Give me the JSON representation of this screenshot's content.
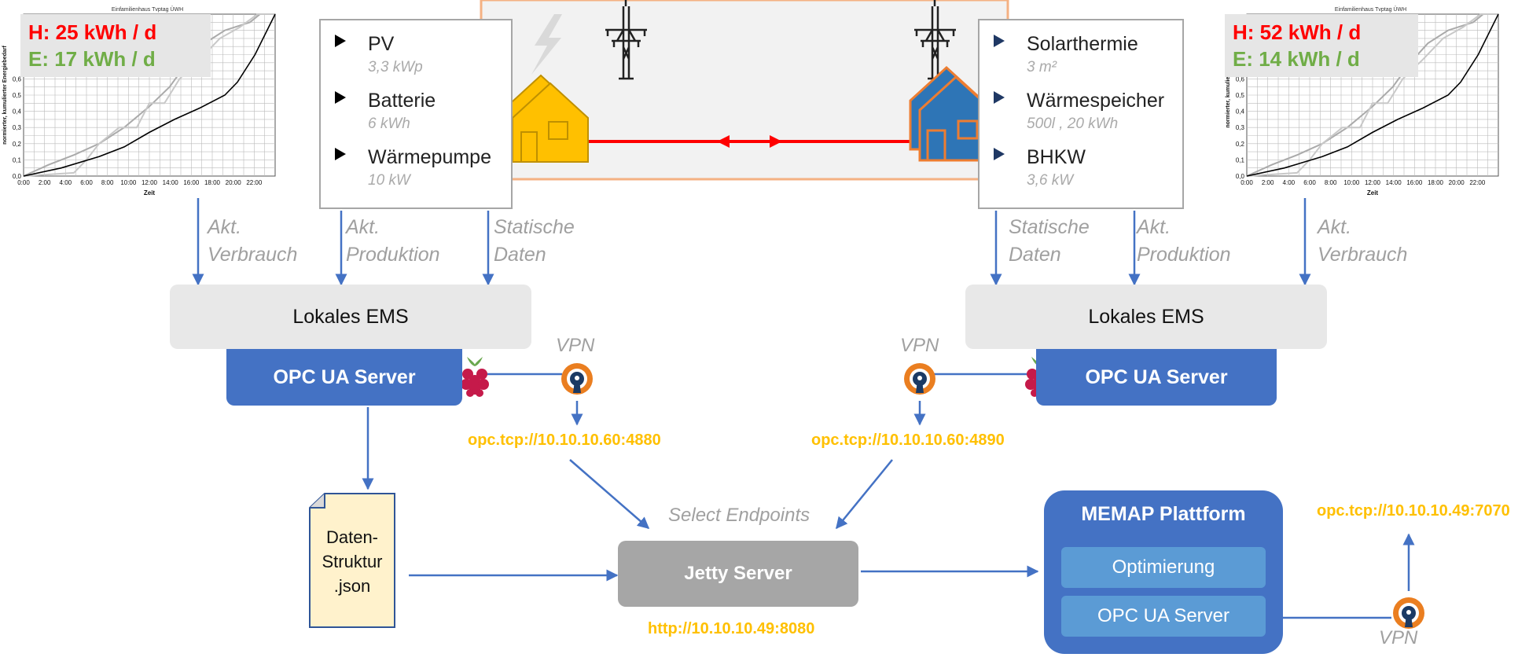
{
  "left_house": {
    "energy": {
      "h": "H: 25 kWh / d",
      "e": "E: 17 kWh / d"
    },
    "chart": {
      "title": "Einfamilienhaus Tvptag ÜWH",
      "ylabel": "normierter, kumulierter Energiebedarf",
      "xlabel": "Zeit"
    },
    "props": [
      {
        "name": "PV",
        "val": "3,3 kWp"
      },
      {
        "name": "Batterie",
        "val": "6 kWh"
      },
      {
        "name": "Wärmepumpe",
        "val": "10 kW"
      }
    ],
    "labels": {
      "verbrauch": "Akt. Verbrauch",
      "produktion": "Akt. Produktion",
      "statisch": "Statische Daten"
    },
    "ems": "Lokales EMS",
    "opc": "OPC UA Server",
    "vpn": "VPN",
    "address": "opc.tcp://10.10.10.60:4880"
  },
  "right_house": {
    "energy": {
      "h": "H: 52 kWh / d",
      "e": "E:  14 kWh / d"
    },
    "chart": {
      "title": "Einfamilienhaus Tvptag ÜWH",
      "ylabel": "normierter, kumulierter E",
      "xlabel": "Zeit"
    },
    "props": [
      {
        "name": "Solarthermie",
        "val": "3 m²"
      },
      {
        "name": "Wärmespeicher",
        "val": "500l , 20 kWh"
      },
      {
        "name": "BHKW",
        "val": "3,6 kW"
      }
    ],
    "labels": {
      "verbrauch": "Akt. Verbrauch",
      "produktion": "Akt. Produktion",
      "statisch": "Statische Daten"
    },
    "ems": "Lokales EMS",
    "opc": "OPC UA Server",
    "vpn": "VPN",
    "address": "opc.tcp://10.10.10.60:4890"
  },
  "doc": {
    "text1": "Daten-",
    "text2": "Struktur",
    "text3": ".json"
  },
  "select_endpoints": "Select Endpoints",
  "jetty": {
    "label": "Jetty Server",
    "address": "http://10.10.10.49:8080"
  },
  "memap": {
    "title": "MEMAP Plattform",
    "opt": "Optimierung",
    "opc": "OPC UA Server",
    "vpn": "VPN",
    "address": "opc.tcp://10.10.10.49:7070"
  },
  "chart_ticks": {
    "x": [
      "0:00",
      "2:00",
      "4:00",
      "6:00",
      "8:00",
      "10:00",
      "12:00",
      "14:00",
      "16:00",
      "18:00",
      "20:00",
      "22:00"
    ],
    "y": [
      "0,0",
      "0,1",
      "0,2",
      "0,3",
      "0,4",
      "0,5",
      "0,6"
    ]
  },
  "colors": {
    "blue": "#4472c4",
    "lightblue": "#5b9bd5",
    "yellow": "#ffc000",
    "red": "#ff0000",
    "green": "#70ad47",
    "arrow": "#4472c4"
  }
}
